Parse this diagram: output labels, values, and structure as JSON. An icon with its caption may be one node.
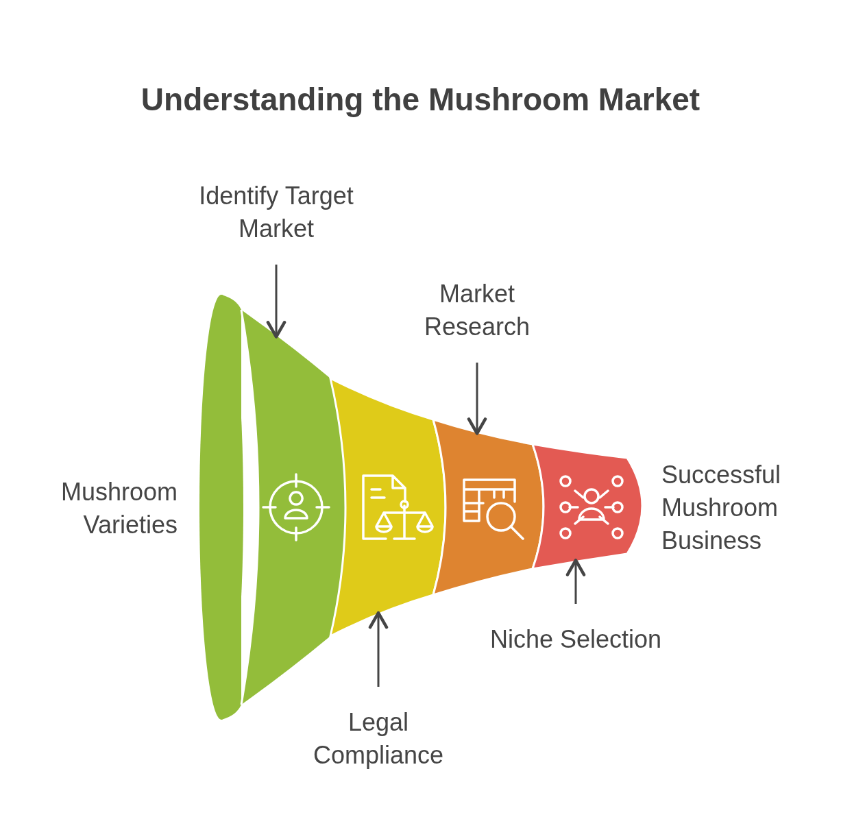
{
  "diagram": {
    "title": "Understanding the Mushroom Market",
    "nodes": [
      {
        "text": [
          "Identify Target Market"
        ]
      },
      {
        "text": [
          "Market Research"
        ]
      },
      {
        "text": [
          "Legal Compliance"
        ]
      },
      {
        "text": [
          "Niche Selection"
        ]
      },
      {
        "text": [],
        "shape": "band"
      },
      {
        "text": [],
        "shape": "band"
      },
      {
        "text": [],
        "shape": "band"
      },
      {
        "text": [],
        "shape": "band"
      }
    ],
    "edges": [
      {
        "from": 0,
        "to": 4,
        "arrow": "to"
      },
      {
        "from": 1,
        "to": 6,
        "arrow": "to"
      },
      {
        "from": 2,
        "to": 5,
        "arrow": "to"
      },
      {
        "from": 3,
        "to": 7,
        "arrow": "to"
      }
    ],
    "labels": [
      "Mushroom Varieties",
      "Successful Mushroom Business"
    ]
  }
}
